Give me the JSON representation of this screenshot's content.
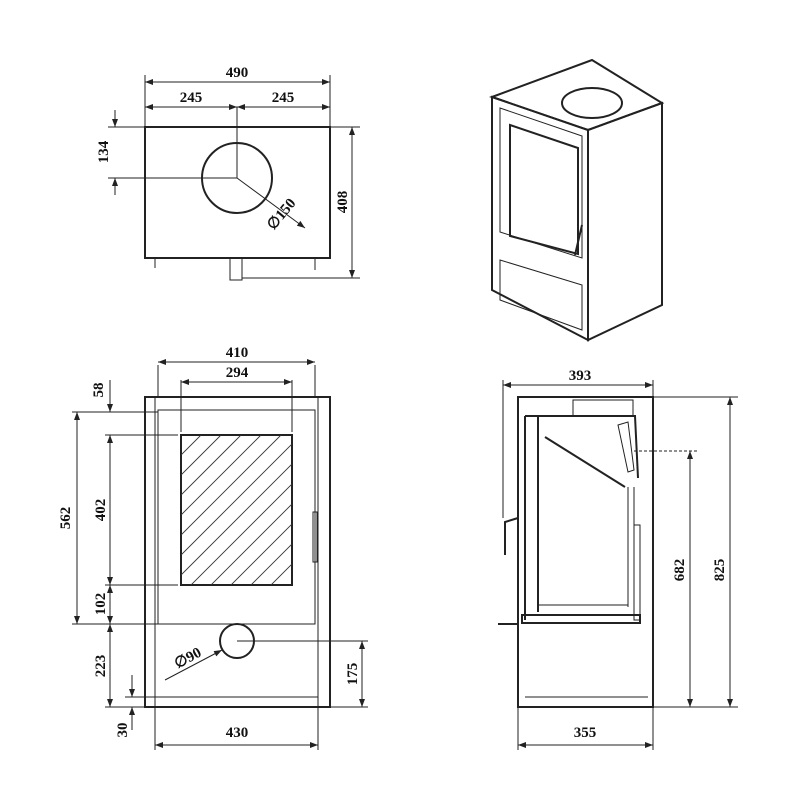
{
  "top_view": {
    "width_total": "490",
    "half_left": "245",
    "half_right": "245",
    "flue_offset": "134",
    "depth": "408",
    "flue_diameter": "∅150"
  },
  "front_view": {
    "outer_width": "410",
    "glass_width": "294",
    "top_offset": "58",
    "door_height": "562",
    "glass_height": "402",
    "glass_bottom": "102",
    "base_height": "223",
    "feet_height": "30",
    "base_width": "430",
    "air_diameter": "∅90",
    "air_height": "175"
  },
  "side_view": {
    "depth_total": "393",
    "body_depth": "355",
    "flue_height": "682",
    "total_height": "825"
  }
}
